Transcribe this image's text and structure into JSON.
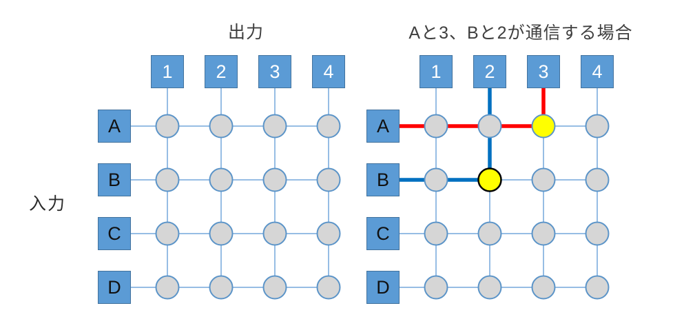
{
  "figure": {
    "input_axis_label": "入力",
    "description_type": "crossbar-switch-diagram"
  },
  "left": {
    "title": "出力",
    "output_labels": [
      "1",
      "2",
      "3",
      "4"
    ],
    "input_labels": [
      "A",
      "B",
      "C",
      "D"
    ]
  },
  "right": {
    "title": "Aと3、Bと2が通信する場合",
    "output_labels": [
      "1",
      "2",
      "3",
      "4"
    ],
    "input_labels": [
      "A",
      "B",
      "C",
      "D"
    ],
    "active_connections": [
      {
        "input": "A",
        "output": "3",
        "path_color": "#ff0000",
        "crosspoint_fill": "#ffff00",
        "crosspoint_border": "#5b94c8"
      },
      {
        "input": "B",
        "output": "2",
        "path_color": "#0070c0",
        "crosspoint_fill": "#ffff00",
        "crosspoint_border": "#000000"
      }
    ]
  },
  "colors": {
    "node_fill": "#5b9bd5",
    "node_border": "#41719c",
    "grid_line": "#74a7db",
    "crosspoint_fill": "#d6d6d6",
    "crosspoint_border": "#5b94c8",
    "path_red": "#ff0000",
    "path_blue": "#0070c0",
    "highlight_yellow": "#ffff00",
    "title_text": "#3f3f3f"
  }
}
